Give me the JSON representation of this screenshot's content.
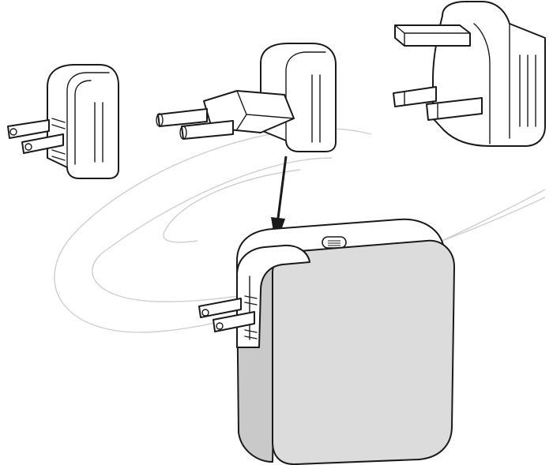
{
  "diagram": {
    "components": [
      {
        "name": "us-plug-adapter",
        "icon": "us-plug-icon"
      },
      {
        "name": "eu-plug-adapter",
        "icon": "eu-plug-icon"
      },
      {
        "name": "uk-plug-adapter",
        "icon": "uk-plug-icon"
      },
      {
        "name": "power-adapter-body",
        "icon": "charger-icon"
      }
    ],
    "colors": {
      "outline": "#1a1a1a",
      "adapter_fill": "#ffffff",
      "body_face": "#dcdcdc",
      "body_side": "#c9c9c9",
      "swirl": "#cfcfcf",
      "arrow": "#1a1a1a"
    }
  }
}
